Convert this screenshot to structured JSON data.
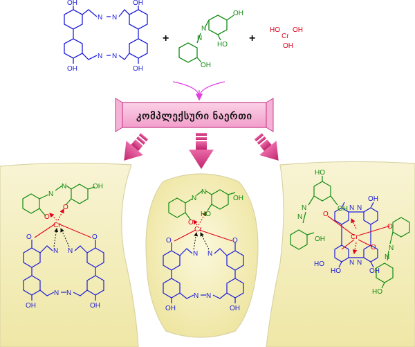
{
  "reactants": {
    "plus_1": "+",
    "plus_2": "+",
    "macrocycle_labels": {
      "oh": "OH",
      "n": "N"
    },
    "azo_ligand_labels": {
      "oh": "OH",
      "ho": "HO",
      "n": "N"
    },
    "chromium_hydroxide_labels": {
      "ho": "HO",
      "cr": "Cr",
      "oh": "OH"
    }
  },
  "banner": {
    "label": "კომპლექსური ნაერთი"
  },
  "products": {
    "panel_left": {
      "labels": {
        "cr": "Cr",
        "o": "O",
        "n": "N",
        "oh": "OH"
      }
    },
    "panel_center": {
      "labels": {
        "cr": "Cr",
        "o": "O",
        "n": "N",
        "oh": "OH",
        "ho": "HO"
      }
    },
    "panel_right": {
      "labels": {
        "cr": "Cr",
        "o": "O",
        "n": "N",
        "oh": "OH",
        "ho": "HO"
      }
    }
  },
  "colors": {
    "macrocycle": "#1c1cd8",
    "azo_ligand": "#128a12",
    "chromium": "#e0001a",
    "banner_fill": "#f7b6d9",
    "banner_border": "#c83c8c",
    "arrow_fill": "#d3327d",
    "panel_fill": "#f7f2c8",
    "connector": "#e040e0"
  },
  "icons": {
    "down_arrow": "bold-down-arrow-icon"
  }
}
